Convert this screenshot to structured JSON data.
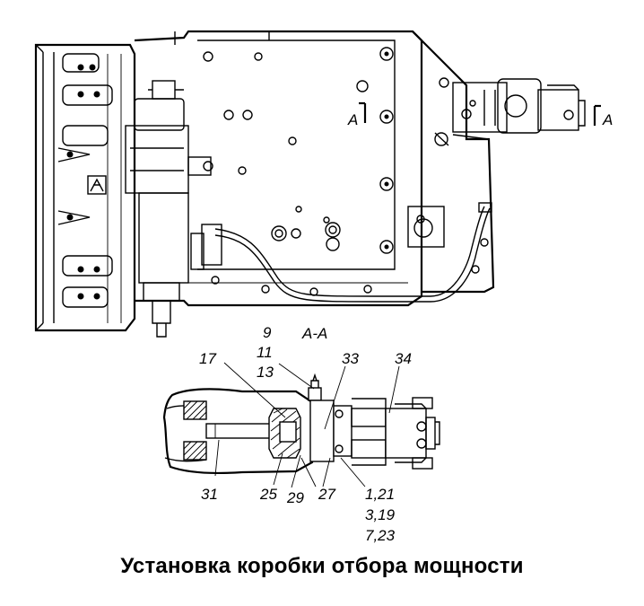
{
  "section_mark": "А",
  "section_mark_2": "А",
  "section_view_title": "А-А",
  "callouts": {
    "c9": "9",
    "c11": "11",
    "c13": "13",
    "c17": "17",
    "c33": "33",
    "c34": "34",
    "c31": "31",
    "c25": "25",
    "c29": "29",
    "c27": "27",
    "c1_21": "1,21",
    "c3_19": "3,19",
    "c7_23": "7,23"
  },
  "caption": "Установка коробки отбора мощности"
}
